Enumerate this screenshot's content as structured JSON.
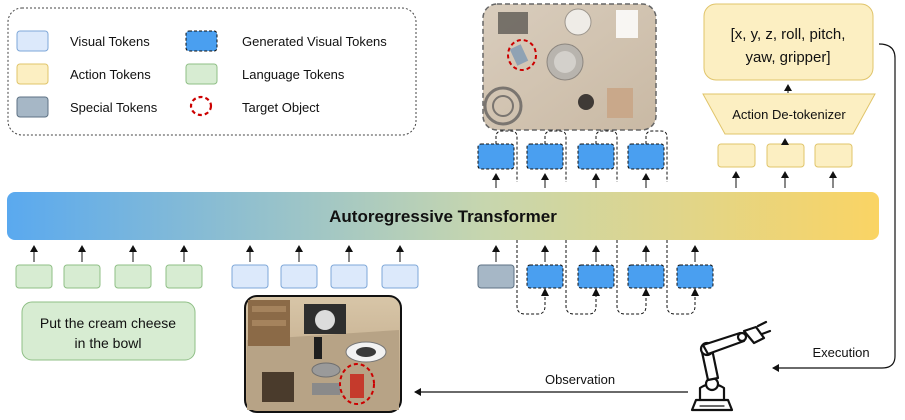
{
  "legend": {
    "visual_tokens": "Visual Tokens",
    "generated_visual_tokens": "Generated Visual Tokens",
    "action_tokens": "Action Tokens",
    "language_tokens": "Language Tokens",
    "special_tokens": "Special Tokens",
    "target_object": "Target Object"
  },
  "transformer": {
    "label": "Autoregressive Transformer"
  },
  "action_vector": {
    "line1": "[x, y, z, roll, pitch,",
    "line2": "yaw, gripper]"
  },
  "detokenizer": {
    "label": "Action De-tokenizer"
  },
  "instruction": {
    "line1": "Put the cream cheese",
    "line2": "in the bowl"
  },
  "labels": {
    "observation": "Observation",
    "execution": "Execution"
  },
  "colors": {
    "visual": "#dce9fb",
    "generated": "#4a9ff0",
    "action": "#fcefc2",
    "language": "#d7ecd2",
    "special": "#a6b7c6",
    "target": "#cc0000",
    "transformer_start": "#5aa9ef",
    "transformer_mid": "#c9d8a8",
    "transformer_end": "#fad464"
  }
}
